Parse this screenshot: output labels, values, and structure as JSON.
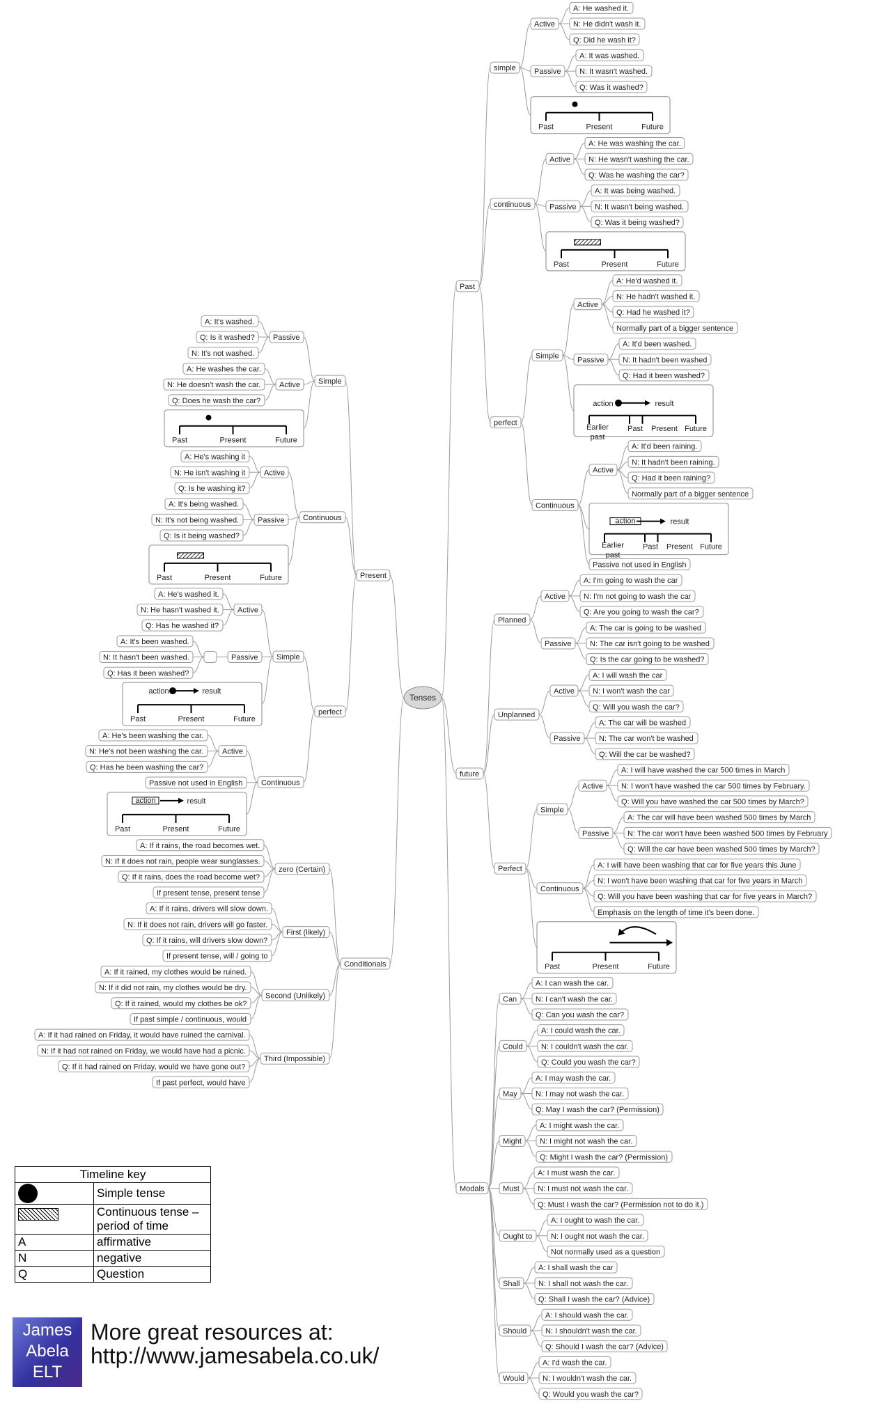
{
  "root": "Tenses",
  "tree": [
    {
      "label": "Past",
      "side": "right",
      "children": [
        {
          "label": "simple",
          "children": [
            {
              "label": "Active",
              "children": [
                "A: He washed it.",
                "N: He didn't wash it.",
                "Q: Did he wash it?"
              ]
            },
            {
              "label": "Passive",
              "children": [
                "A: It was washed.",
                "N: It wasn't washed.",
                "Q: Was it washed?"
              ]
            },
            {
              "timeline": "simple"
            }
          ]
        },
        {
          "label": "continuous",
          "children": [
            {
              "label": "Active",
              "children": [
                "A: He was washing the car.",
                "N: He wasn't washing the car.",
                "Q: Was he washing the car?"
              ]
            },
            {
              "label": "Passive",
              "children": [
                "A: It was being washed.",
                "N: It wasn't being washed.",
                "Q: Was it being washed?"
              ]
            },
            {
              "timeline": "continuous"
            }
          ]
        },
        {
          "label": "perfect",
          "children": [
            {
              "label": "Simple",
              "children": [
                {
                  "label": "Active",
                  "children": [
                    "A: He'd washed it.",
                    "N: He hadn't washed it.",
                    "Q: Had he washed it?",
                    "Normally part of a bigger sentence"
                  ]
                },
                {
                  "label": "Passive",
                  "children": [
                    "A: It'd been washed.",
                    "N: It hadn't been washed",
                    "Q: Had it been washed?"
                  ]
                },
                {
                  "timeline": "pastperfect"
                }
              ]
            },
            {
              "label": "Continuous",
              "children": [
                {
                  "label": "Active",
                  "children": [
                    "A: It'd been raining.",
                    "N: It hadn't been raining.",
                    "Q: Had it been raining?",
                    "Normally part of a bigger sentence"
                  ]
                },
                {
                  "timeline": "pastperfectcont"
                },
                "Passive not used in English"
              ]
            }
          ]
        }
      ]
    },
    {
      "label": "future",
      "side": "right",
      "children": [
        {
          "label": "Planned",
          "children": [
            {
              "label": "Active",
              "children": [
                "A: I'm going to wash the car",
                "N: I'm not going to wash the car",
                "Q: Are you going to wash the car?"
              ]
            },
            {
              "label": "Passive",
              "children": [
                "A: The car is going to be washed",
                "N: The car isn't going to be washed",
                "Q: Is the car going to be washed?"
              ]
            }
          ]
        },
        {
          "label": "Unplanned",
          "children": [
            {
              "label": "Active",
              "children": [
                "A: I will wash the car",
                "N: I won't wash the car",
                "Q: Will you wash the car?"
              ]
            },
            {
              "label": "Passive",
              "children": [
                "A: The car will be washed",
                "N: The car won't be washed",
                "Q: Will the car be washed?"
              ]
            }
          ]
        },
        {
          "label": "Perfect",
          "children": [
            {
              "label": "Simple",
              "children": [
                {
                  "label": "Active",
                  "children": [
                    "A: I will have washed the car 500 times in March",
                    "N: I won't have washed the car 500 times by February.",
                    "Q: Will you have washed the car 500 times by March?"
                  ]
                },
                {
                  "label": "Passive",
                  "children": [
                    "A: The car will have been washed 500 times by March",
                    "N: The car won't have been washed 500 times by February",
                    "Q: Will the car have been washed 500 times by March?"
                  ]
                }
              ]
            },
            {
              "label": "Continuous",
              "children": [
                "A: I will have been washing that car for five years this June",
                "N: I won't have been washing that car for five years in March",
                "Q: Will you have been washing that car for five years in March?",
                "Emphasis on the length of time it's been done."
              ]
            },
            {
              "timeline": "futureperfect"
            }
          ]
        }
      ]
    },
    {
      "label": "Modals",
      "side": "right",
      "children": [
        {
          "label": "Can",
          "children": [
            "A: I can wash the car.",
            "N: I can't wash the car.",
            "Q: Can you wash the car?"
          ]
        },
        {
          "label": "Could",
          "children": [
            "A: I could wash the car.",
            "N: I couldn't wash the car.",
            "Q: Could you wash the car?"
          ]
        },
        {
          "label": "May",
          "children": [
            "A: I may wash the car.",
            "N: I may not wash the car.",
            "Q: May I wash the car? (Permission)"
          ]
        },
        {
          "label": "Might",
          "children": [
            "A: I might wash the car.",
            "N: I might not wash the car.",
            "Q: Might I wash the car? (Permission)"
          ]
        },
        {
          "label": "Must",
          "children": [
            "A: I must wash the car.",
            "N: I must not wash the car.",
            "Q: Must I wash the car? (Permission not to do it.)"
          ]
        },
        {
          "label": "Ought to",
          "children": [
            "A: I ought to wash the car.",
            "N: I ought not wash the car.",
            "Not normally used as a question"
          ]
        },
        {
          "label": "Shall",
          "children": [
            "A: I shall wash the car",
            "N: I shall not wash the car.",
            "Q: Shall I wash the car? (Advice)"
          ]
        },
        {
          "label": "Should",
          "children": [
            "A: I should wash the car.",
            "N: I shouldn't wash the car.",
            "Q: Should I wash the car? (Advice)"
          ]
        },
        {
          "label": "Would",
          "children": [
            "A: I'd wash the car.",
            "N: I wouldn't wash the car.",
            "Q: Would you wash the car?"
          ]
        }
      ]
    },
    {
      "label": "Present",
      "side": "left",
      "children": [
        {
          "label": "Simple",
          "children": [
            {
              "label": "Passive",
              "children": [
                "A: It's washed.",
                "Q: Is it washed?",
                "N: It's not washed."
              ]
            },
            {
              "label": "Active",
              "children": [
                "A: He washes the car.",
                "N: He doesn't wash the car.",
                "Q: Does he wash the car?"
              ]
            },
            {
              "timeline": "simple"
            }
          ]
        },
        {
          "label": "Continuous",
          "children": [
            {
              "label": "Active",
              "children": [
                "A: He's washing it",
                "N: He isn't washing it",
                "Q: Is he washing it?"
              ]
            },
            {
              "label": "Passive",
              "children": [
                "A: It's being washed.",
                "N: It's not being washed.",
                "Q: Is it being washed?"
              ]
            },
            {
              "timeline": "continuous"
            }
          ]
        },
        {
          "label": "perfect",
          "children": [
            {
              "label": "Simple",
              "children": [
                {
                  "label": "Active",
                  "children": [
                    "A: He's washed it.",
                    "N: He hasn't washed it.",
                    "Q: Has he washed it?"
                  ]
                },
                {
                  "label": "Passive",
                  "children": [
                    {
                      "label": "",
                      "children": [
                        "A: It's been washed.",
                        "N: It hasn't been washed.",
                        "Q: Has it been washed?"
                      ]
                    }
                  ]
                },
                {
                  "timeline": "presperfect"
                }
              ]
            },
            {
              "label": "Continuous",
              "children": [
                {
                  "label": "Active",
                  "children": [
                    "A: He's been washing the car.",
                    "N: He's not been washing the car.",
                    "Q: Has he been washing the car?"
                  ]
                },
                "Passive not used in English",
                {
                  "timeline": "presperfectcont"
                }
              ]
            }
          ]
        }
      ]
    },
    {
      "label": "Conditionals",
      "side": "left",
      "children": [
        {
          "label": "zero (Certain)",
          "children": [
            "A: If it rains, the road becomes wet.",
            "N: If it does not rain, people wear sunglasses.",
            "Q: If it rains, does the road become wet?",
            "If present tense, present tense"
          ]
        },
        {
          "label": "First (likely)",
          "children": [
            "A: If it rains, drivers will slow down.",
            "N: If it does not rain, drivers will go faster.",
            "Q: If it rains, will drivers slow down?",
            "If present tense, will / going to"
          ]
        },
        {
          "label": "Second (Unlikely)",
          "children": [
            "A: If it rained, my clothes would be ruined.",
            "N: If it did not rain, my clothes would be dry.",
            "Q: If it rained, would my clothes be ok?",
            "If past simple / continuous, would"
          ]
        },
        {
          "label": "Third (Impossible)",
          "children": [
            "A: If it had rained on Friday, it would have ruined the carnival.",
            "N: If it had not rained on Friday, we would have had a picnic.",
            "Q: If it had rained on Friday, would we have gone out?",
            "If past perfect, would have"
          ]
        }
      ]
    }
  ],
  "timeline_labels": {
    "past": "Past",
    "present": "Present",
    "future": "Future",
    "earlier": "Earlier",
    "earlier2": "past",
    "action": "action",
    "result": "result"
  },
  "key": {
    "title": "Timeline key",
    "rows": [
      {
        "sym": "dot",
        "text": "Simple tense"
      },
      {
        "sym": "hatch",
        "text": "Continuous tense – period of time"
      },
      {
        "sym": "A",
        "text": "affirmative"
      },
      {
        "sym": "N",
        "text": "negative"
      },
      {
        "sym": "Q",
        "text": "Question"
      }
    ]
  },
  "logo": {
    "line1": "James",
    "line2": "Abela",
    "line3": "ELT"
  },
  "promo": {
    "line1": "More great resources at:",
    "line2": "http://www.jamesabela.co.uk/"
  }
}
